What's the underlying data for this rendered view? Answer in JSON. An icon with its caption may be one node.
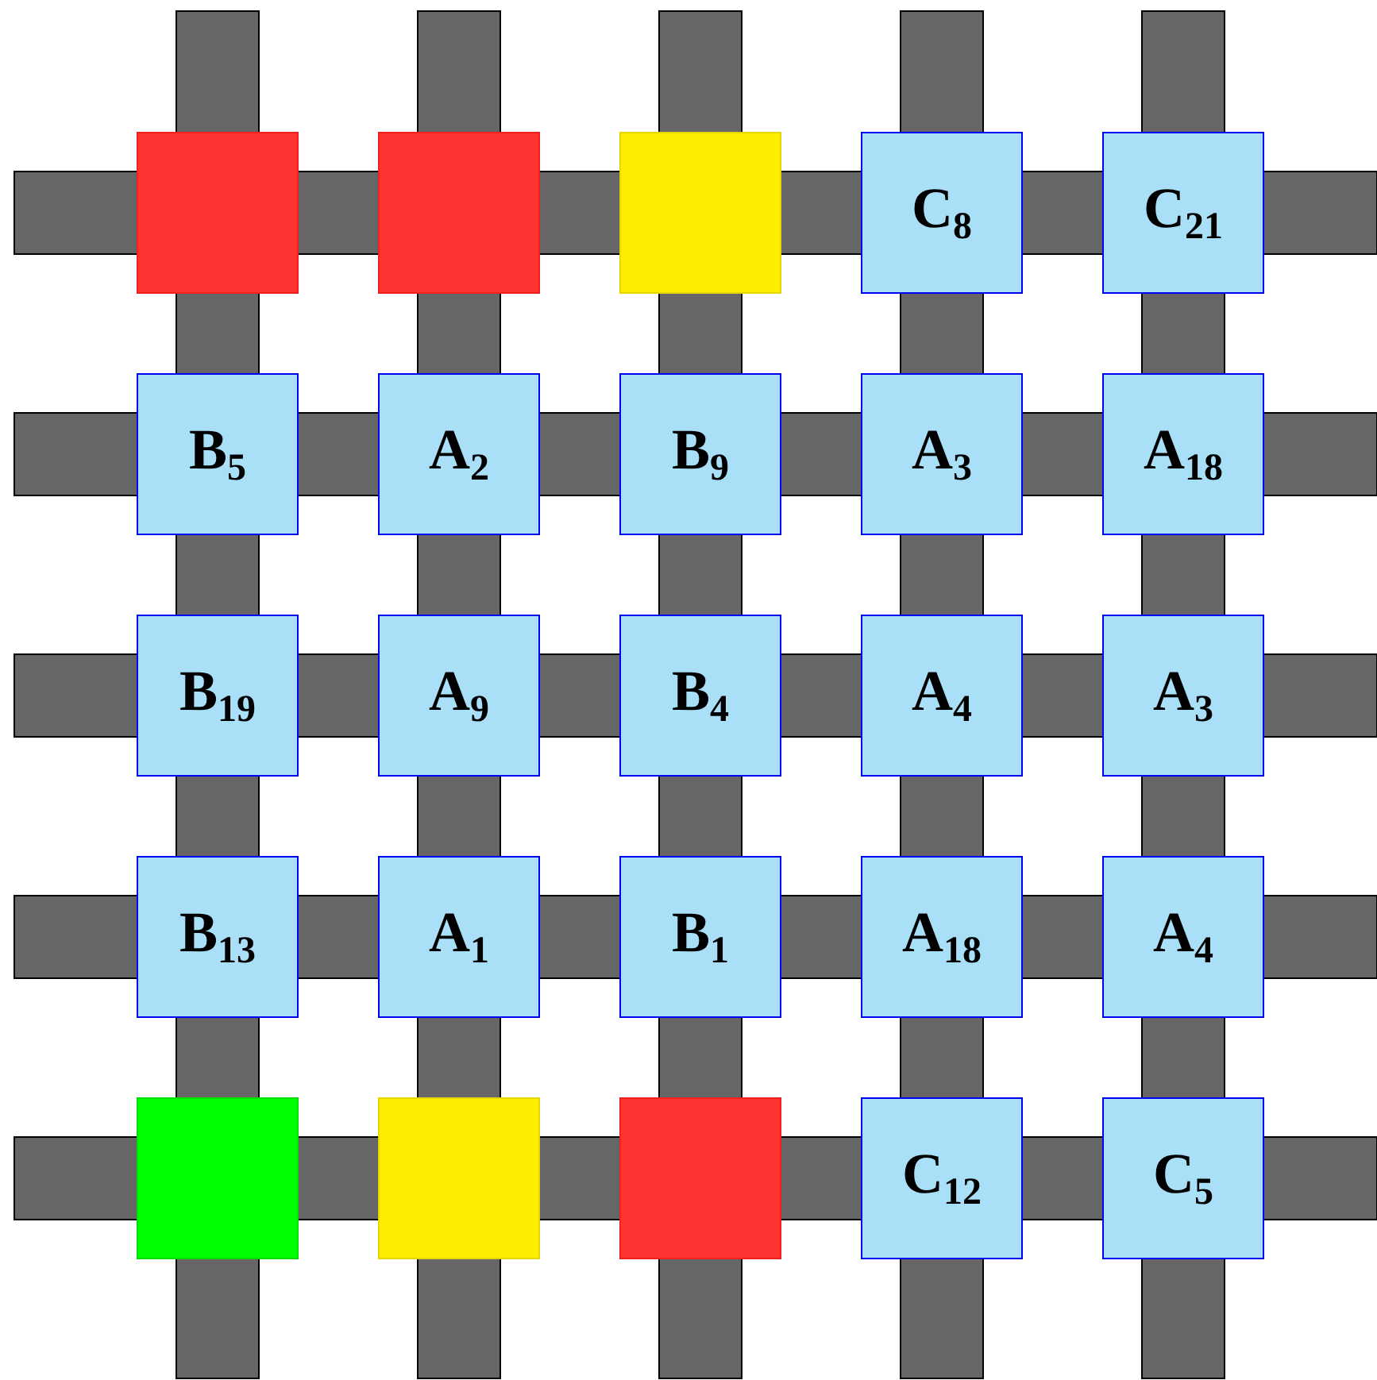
{
  "diagram": {
    "nodes": [
      {
        "text": [],
        "shape": "box"
      },
      {
        "text": [],
        "shape": "box"
      },
      {
        "text": [],
        "shape": "box"
      },
      {
        "text": [
          "C$_{8}$"
        ]
      },
      {
        "text": [
          "C$_{21}$"
        ]
      },
      {
        "text": [
          "B$_{5}$"
        ]
      },
      {
        "text": [
          "A$_{2}$"
        ]
      },
      {
        "text": [
          "B$_{9}$"
        ]
      },
      {
        "text": [
          "A$_{3}$"
        ]
      },
      {
        "text": [
          "A$_{18}$"
        ]
      },
      {
        "text": [
          "B$_{19}$"
        ]
      },
      {
        "text": [
          "A$_{9}$"
        ]
      },
      {
        "text": [
          "B$_{4}$"
        ]
      },
      {
        "text": [
          "A$_{4}$"
        ]
      },
      {
        "text": [
          "A$_{3}$"
        ]
      },
      {
        "text": [
          "B$_{13}$"
        ]
      },
      {
        "text": [
          "A$_{1}$"
        ]
      },
      {
        "text": [
          "B$_{1}$"
        ]
      },
      {
        "text": [
          "A$_{18}$"
        ]
      },
      {
        "text": [
          "A$_{4}$"
        ]
      },
      {
        "text": [],
        "shape": "box"
      },
      {
        "text": [],
        "shape": "box"
      },
      {
        "text": [],
        "shape": "box"
      },
      {
        "text": [
          "C$_{12}$"
        ]
      },
      {
        "text": [
          "C$_{5}$"
        ]
      }
    ]
  }
}
